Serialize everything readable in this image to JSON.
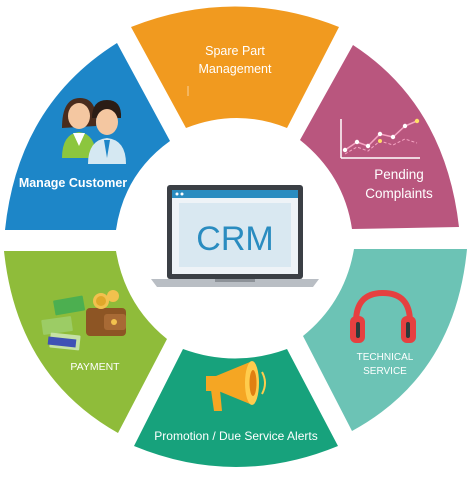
{
  "center": {
    "label": "CRM"
  },
  "segments": [
    {
      "label_lines": [
        "Spare Part",
        "Management"
      ],
      "color": "#f19a1f"
    },
    {
      "label_lines": [
        "Pending",
        "Complaints"
      ],
      "color": "#b9567e"
    },
    {
      "label_lines": [
        "TECHNICAL",
        "SERVICE"
      ],
      "color": "#6cc3b5"
    },
    {
      "label_lines": [
        "Promotion / Due Service Alerts"
      ],
      "color": "#17a27c"
    },
    {
      "label_lines": [
        "PAYMENT"
      ],
      "color": "#8fbc3a"
    },
    {
      "label_lines": [
        "Manage Customer"
      ],
      "color": "#1d86c8"
    }
  ],
  "icons": [
    "people-icon",
    "line-chart-icon",
    "headphones-icon",
    "megaphone-icon",
    "money-wallet-icon",
    "laptop-icon"
  ]
}
